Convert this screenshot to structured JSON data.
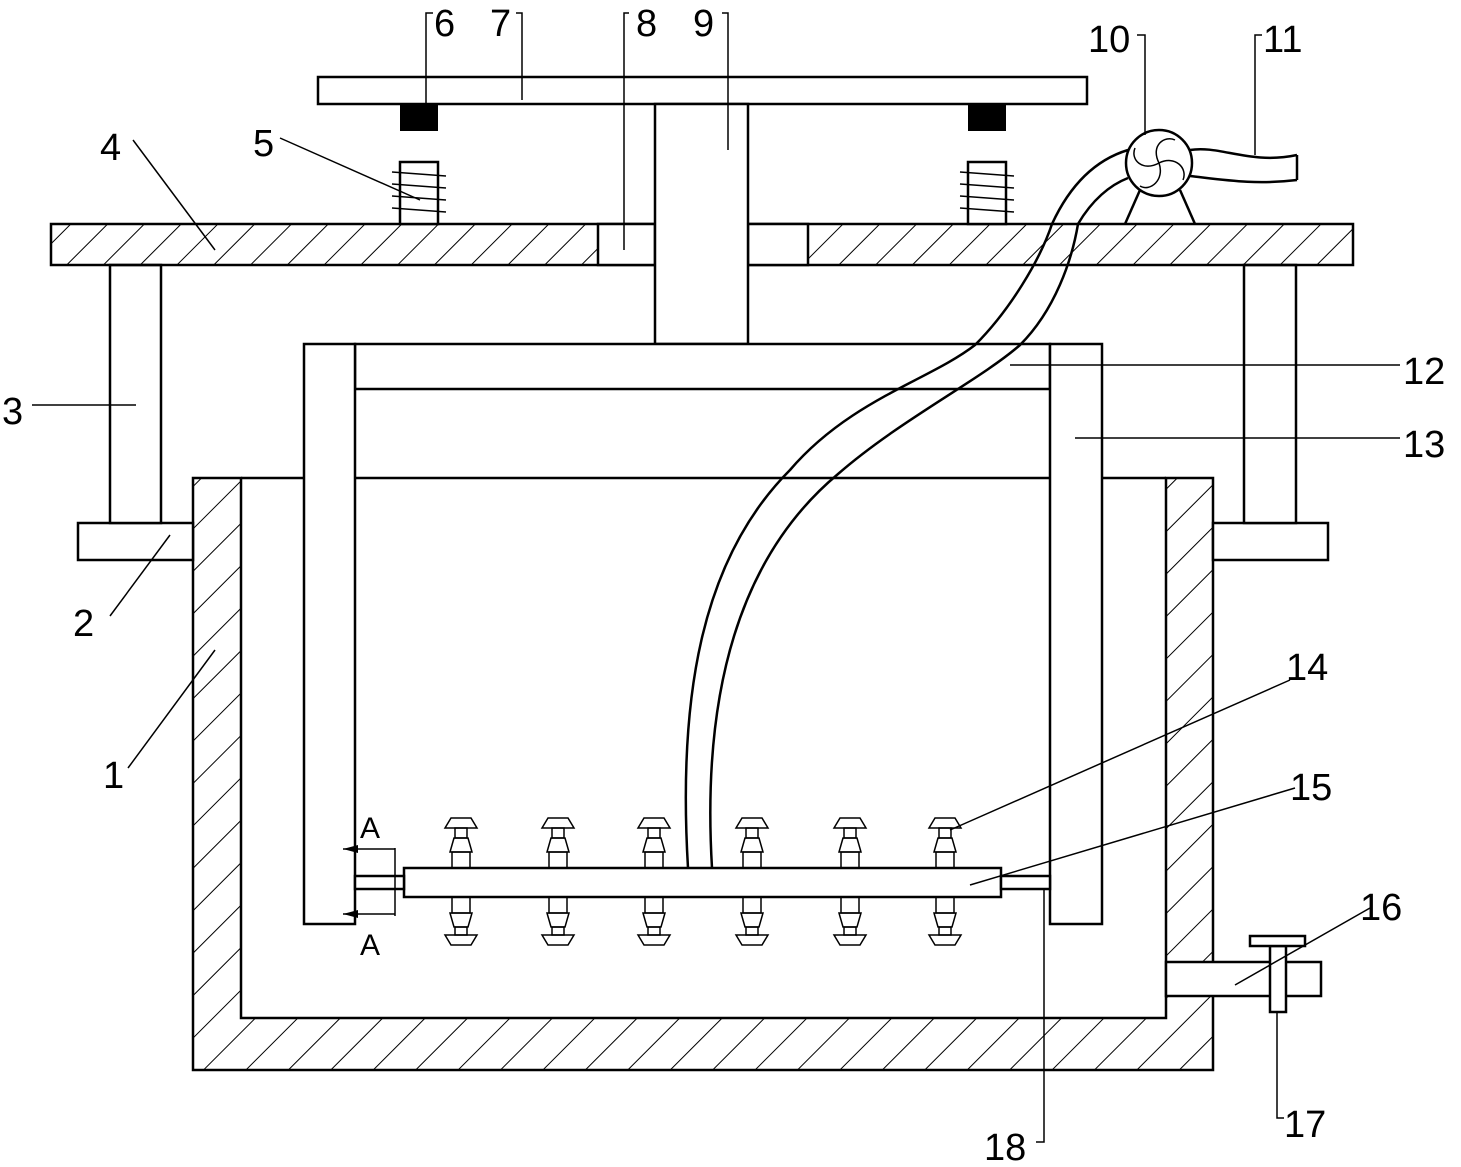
{
  "labels": {
    "l1": "1",
    "l2": "2",
    "l3": "3",
    "l4": "4",
    "l5": "5",
    "l6": "6",
    "l7": "7",
    "l8": "8",
    "l9": "9",
    "l10": "10",
    "l11": "11",
    "l12": "12",
    "l13": "13",
    "l14": "14",
    "l15": "15",
    "l16": "16",
    "l17": "17",
    "l18": "18"
  },
  "section": {
    "top": "A",
    "bottom": "A"
  }
}
